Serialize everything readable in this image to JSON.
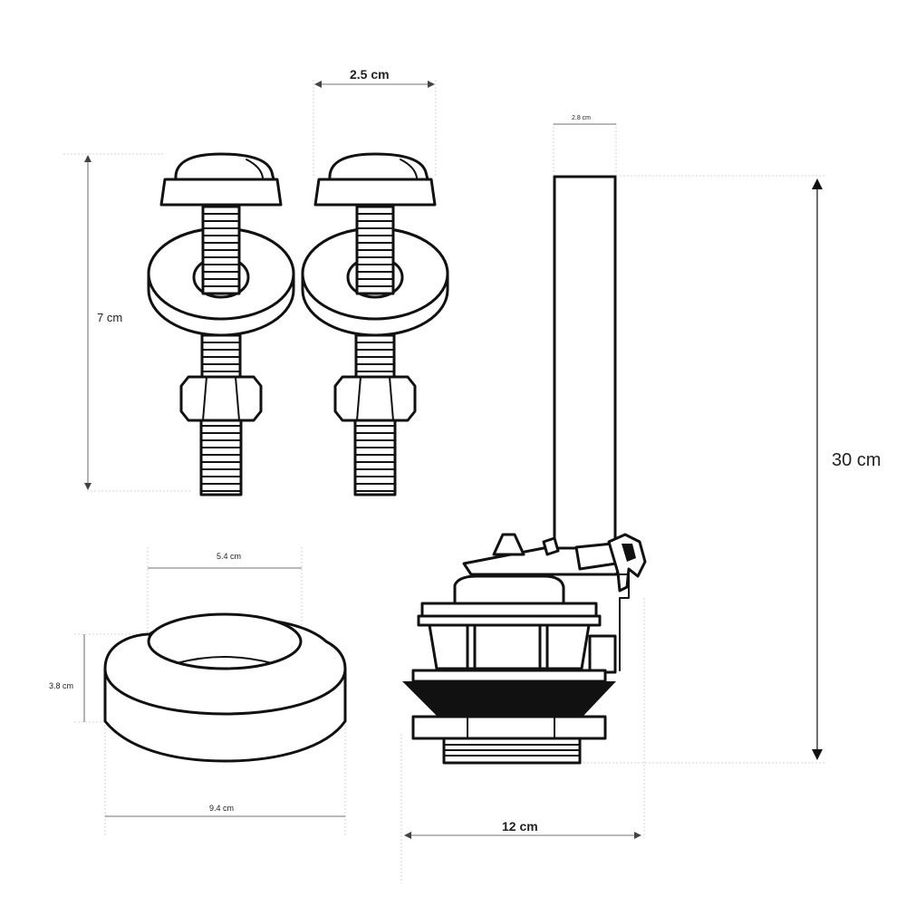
{
  "dimensions": {
    "bolt_spacing": "2.5 cm",
    "bolt_length": "7 cm",
    "tube_width": "2.8 cm",
    "valve_height": "30 cm",
    "valve_width": "12 cm",
    "gasket_inner": "5.4 cm",
    "gasket_height": "3.8 cm",
    "gasket_outer": "9.4 cm"
  },
  "colors": {
    "line": "#111111",
    "dimension": "#444444",
    "extension": "#c8c8c8",
    "background": "#ffffff"
  }
}
